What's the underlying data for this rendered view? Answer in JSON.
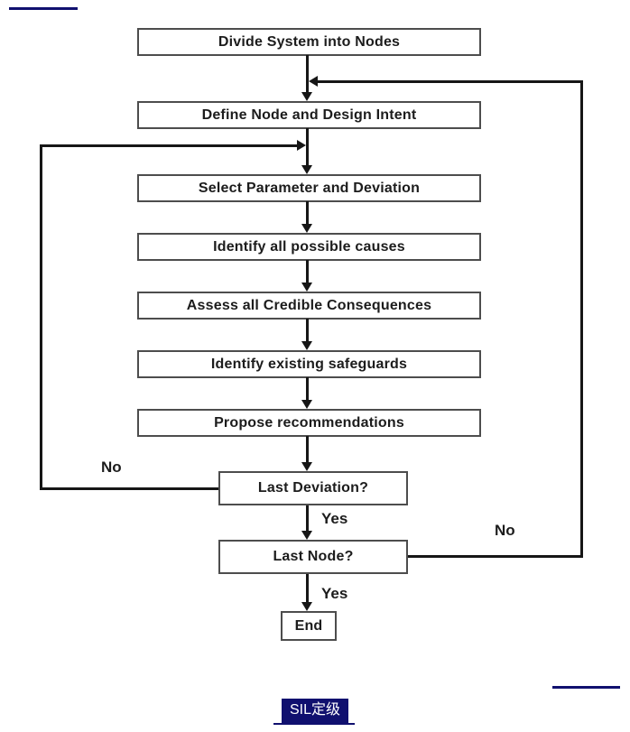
{
  "decoration": {
    "accent_color": "#10106f"
  },
  "flowchart": {
    "steps": [
      {
        "label": "Divide System into Nodes"
      },
      {
        "label": "Define Node and Design Intent"
      },
      {
        "label": "Select Parameter and Deviation"
      },
      {
        "label": "Identify all possible causes"
      },
      {
        "label": "Assess all Credible Consequences"
      },
      {
        "label": "Identify existing safeguards"
      },
      {
        "label": "Propose recommendations"
      }
    ],
    "decisions": [
      {
        "label": "Last Deviation?",
        "yes_label": "Yes",
        "no_label": "No"
      },
      {
        "label": "Last Node?",
        "yes_label": "Yes",
        "no_label": "No"
      }
    ],
    "end": {
      "label": "End"
    },
    "colors": {
      "box_border": "#4d4d4d",
      "arrow": "#161616",
      "text": "#1c1c1c"
    }
  },
  "footer": {
    "tag": {
      "label": "SIL定级",
      "background": "#10106f",
      "text_color": "#ffffff"
    }
  }
}
